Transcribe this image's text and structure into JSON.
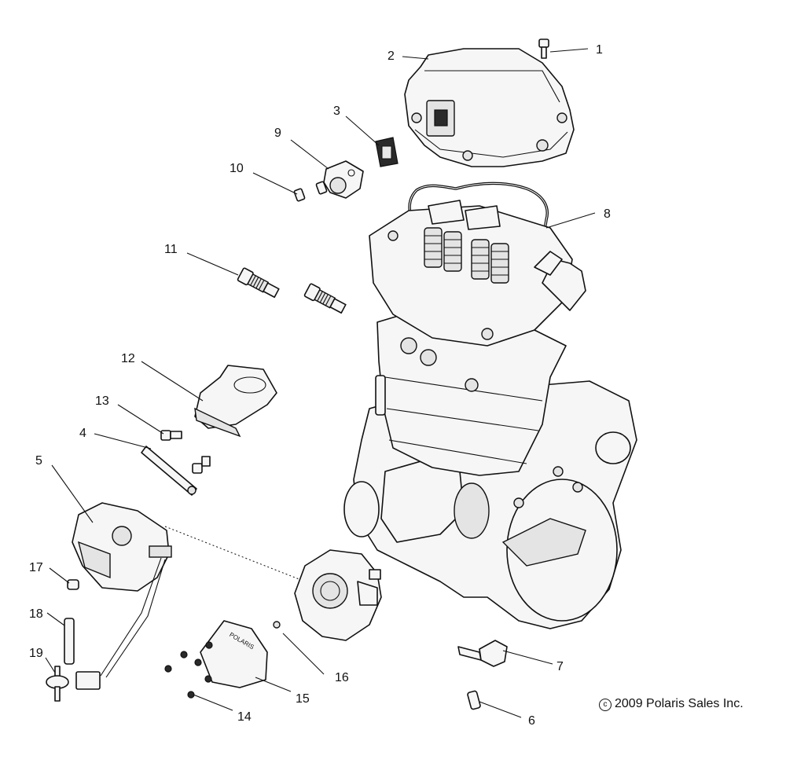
{
  "callouts": {
    "c1": "1",
    "c2": "2",
    "c3": "3",
    "c4": "4",
    "c5": "5",
    "c6": "6",
    "c7": "7",
    "c8": "8",
    "c9": "9",
    "c10": "10",
    "c11": "11",
    "c12": "12",
    "c13": "13",
    "c14": "14",
    "c15": "15",
    "c16": "16",
    "c17": "17",
    "c18": "18",
    "c19": "19"
  },
  "copyright": {
    "symbol": "c",
    "text": "2009 Polaris Sales Inc."
  }
}
